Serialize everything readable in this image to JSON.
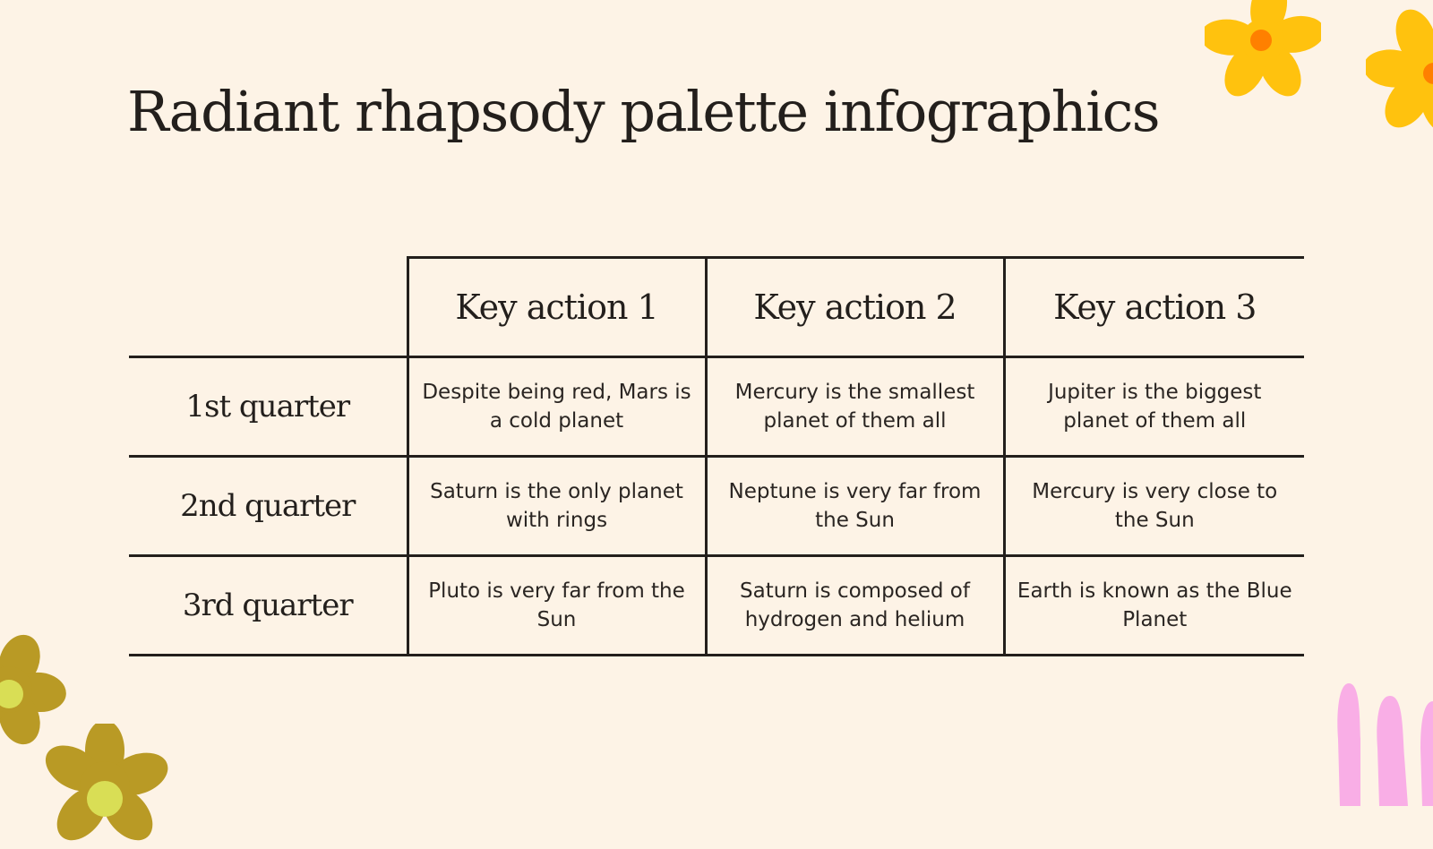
{
  "slide": {
    "title": "Radiant rhapsody palette infographics",
    "background_color": "#fdf3e6",
    "text_color": "#231f1c"
  },
  "table": {
    "column_headers": [
      "",
      "Key action 1",
      "Key action 2",
      "Key action 3"
    ],
    "rows": [
      {
        "label": "1st quarter",
        "cells": [
          "Despite being red, Mars is a cold planet",
          "Mercury is the smallest planet of them all",
          "Jupiter is the biggest planet of them all"
        ]
      },
      {
        "label": "2nd quarter",
        "cells": [
          "Saturn is the only planet with rings",
          "Neptune is very far from the Sun",
          "Mercury is very close to the Sun"
        ]
      },
      {
        "label": "3rd quarter",
        "cells": [
          "Pluto is very far from the Sun",
          "Saturn is composed of hydrogen and helium",
          "Earth is known as the Blue Planet"
        ]
      }
    ]
  },
  "decorations": {
    "top_right_flowers": {
      "icon": "flower-icon",
      "petal_color": "#ffc20e",
      "center_color": "#ff8000"
    },
    "bottom_left_flowers": {
      "icon": "flower-icon",
      "petal_color": "#b99a25",
      "center_color": "#d9de55"
    },
    "bottom_right_blades": {
      "icon": "grass-blades-icon",
      "color": "#f9aee6"
    }
  }
}
